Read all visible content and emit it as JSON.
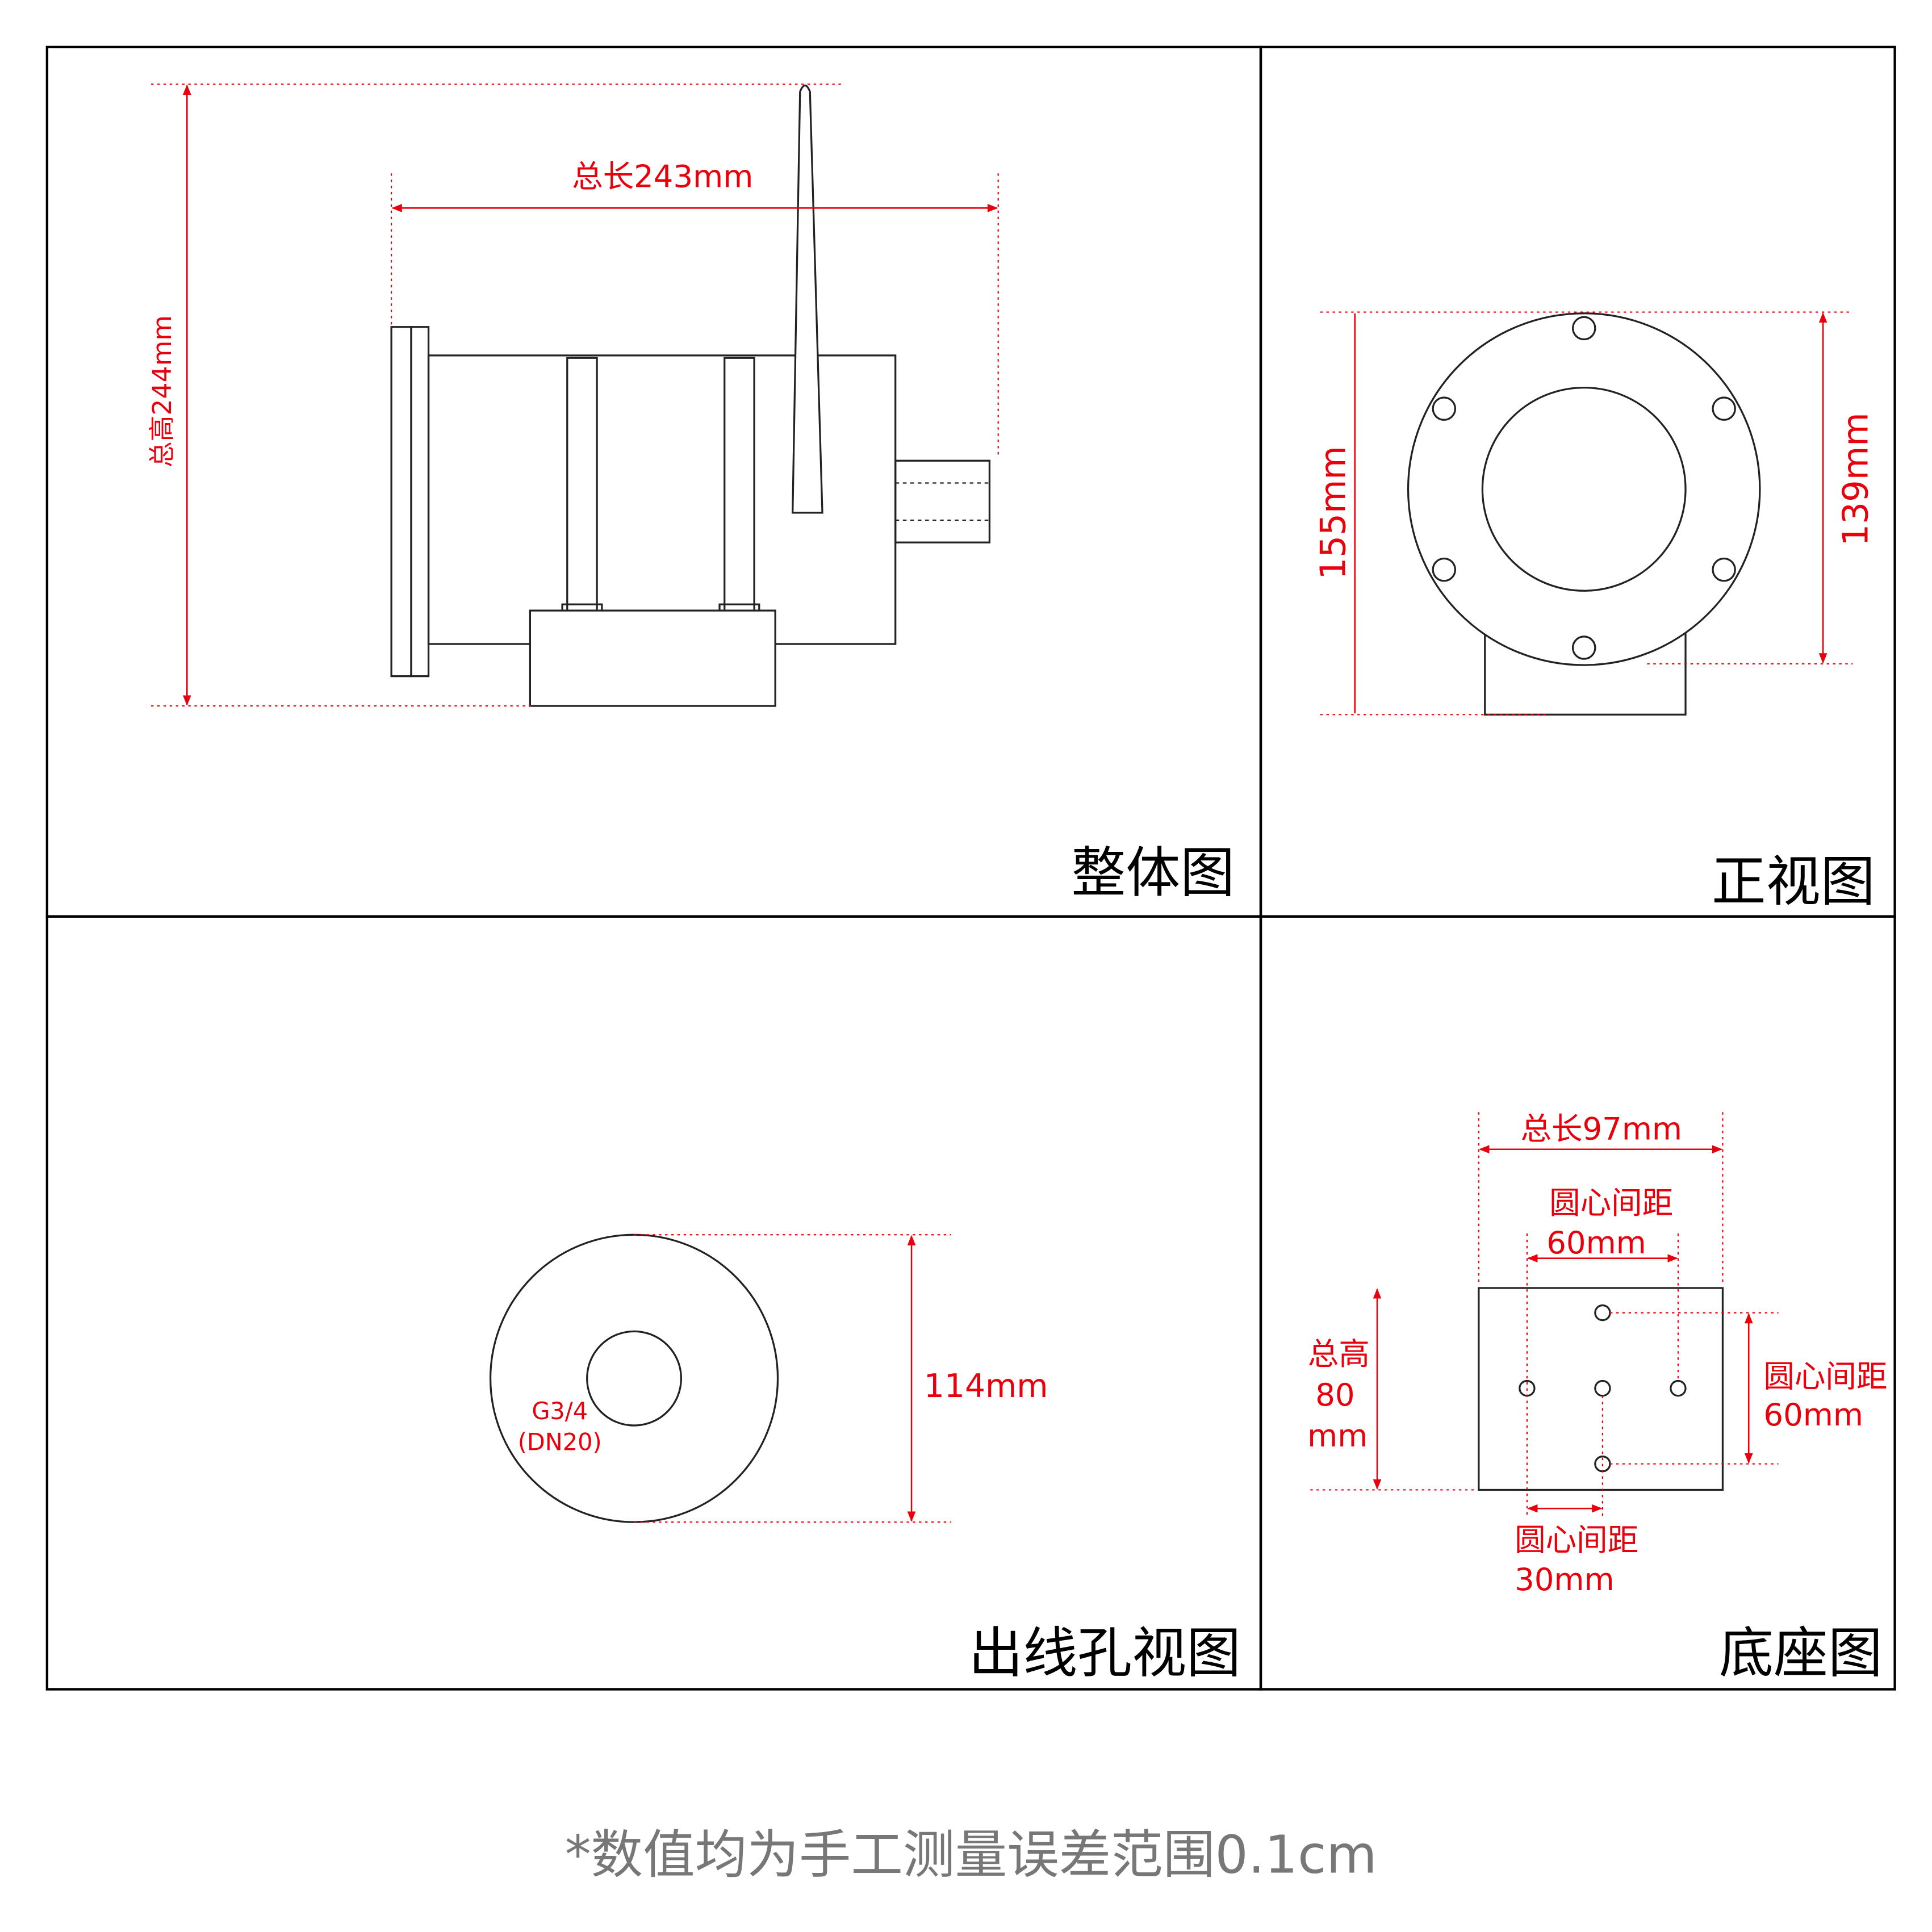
{
  "colors": {
    "line": "#222222",
    "dimension": "#e8000c",
    "note": "#777777",
    "frame": "#000000"
  },
  "panels": {
    "overall": {
      "title": "整体图",
      "total_length": "总长243mm",
      "total_height": "总高244mm"
    },
    "front": {
      "title": "正视图",
      "height_outer": "155mm",
      "flange_diameter": "139mm"
    },
    "outlet": {
      "title": "出线孔视图",
      "diameter": "114mm",
      "thread_line1": "G3/4",
      "thread_line2": "(DN20)"
    },
    "base": {
      "title": "底座图",
      "total_length": "总长97mm",
      "top_spacing_line1": "圆心间距",
      "top_spacing_line2": "60mm",
      "height_line1": "总高",
      "height_line2": "80",
      "height_line3": "mm",
      "right_spacing_line1": "圆心间距",
      "right_spacing_line2": "60mm",
      "bottom_spacing_line1": "圆心间距",
      "bottom_spacing_line2": "30mm"
    }
  },
  "footnote": "*数值均为手工测量误差范围0.1cm"
}
